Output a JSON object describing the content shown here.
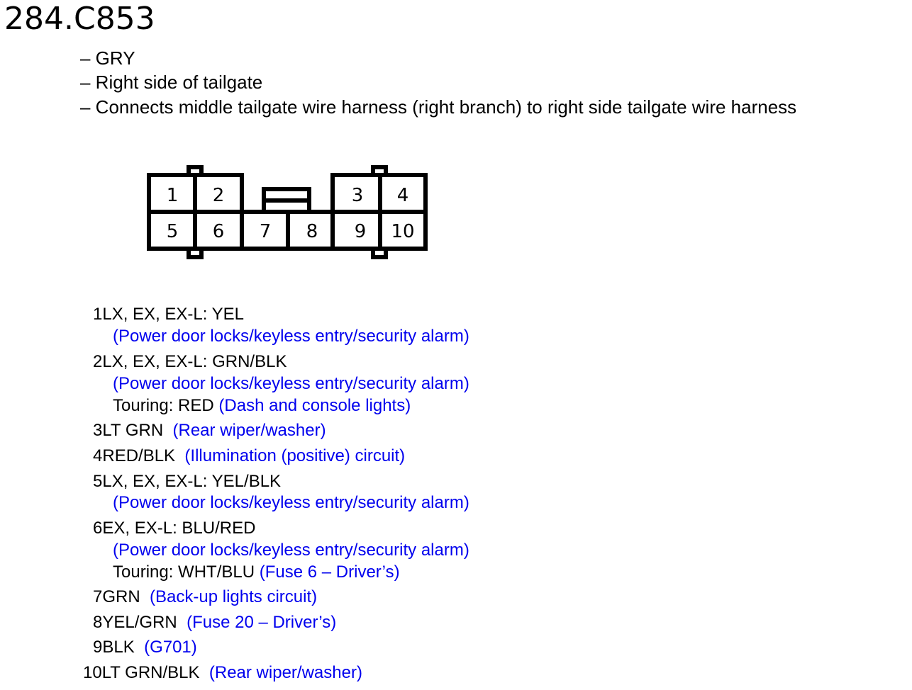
{
  "header": {
    "title": "284.C853",
    "details": [
      "– GRY",
      "– Right side of tailgate",
      "– Connects middle tailgate wire harness (right branch) to right side tailgate wire harness"
    ]
  },
  "connector": {
    "cavities": [
      "1",
      "2",
      "3",
      "4",
      "5",
      "6",
      "7",
      "8",
      "9",
      "10"
    ]
  },
  "pins": {
    "p1": {
      "num": "1",
      "wire": "LX, EX, EX-L: YEL",
      "circuit": "(Power door locks/keyless entry/security alarm)"
    },
    "p2": {
      "num": "2",
      "wire": "LX, EX, EX-L: GRN/BLK",
      "circuit": "(Power door locks/keyless entry/security alarm)",
      "alt_wire": "Touring: RED",
      "alt_circuit": "(Dash and console lights)"
    },
    "p3": {
      "num": "3",
      "wire": "LT GRN",
      "circuit": "(Rear wiper/washer)"
    },
    "p4": {
      "num": "4",
      "wire": "RED/BLK",
      "circuit": "(Illumination (positive) circuit)"
    },
    "p5": {
      "num": "5",
      "wire": "LX, EX, EX-L: YEL/BLK",
      "circuit": "(Power door locks/keyless entry/security alarm)"
    },
    "p6": {
      "num": "6",
      "wire": "EX, EX-L: BLU/RED",
      "circuit": "(Power door locks/keyless entry/security alarm)",
      "alt_wire": "Touring: WHT/BLU",
      "alt_circuit": "(Fuse 6 – Driver’s)"
    },
    "p7": {
      "num": "7",
      "wire": "GRN",
      "circuit": "(Back-up lights circuit)"
    },
    "p8": {
      "num": "8",
      "wire": "YEL/GRN",
      "circuit": "(Fuse 20 – Driver’s)"
    },
    "p9": {
      "num": "9",
      "wire": "BLK",
      "circuit": "(G701)"
    },
    "p10": {
      "num": "10",
      "wire": "LT GRN/BLK",
      "circuit": "(Rear wiper/washer)"
    }
  },
  "colors": {
    "text": "#000000",
    "circuit_link": "#0000ee"
  }
}
